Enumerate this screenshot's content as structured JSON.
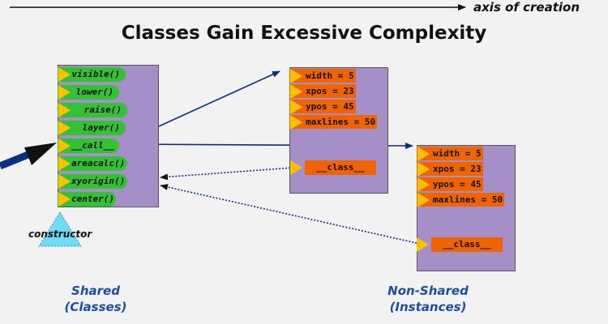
{
  "axis": {
    "label": "axis of creation"
  },
  "title": "Classes Gain Excessive Complexity",
  "shared_label": {
    "line1": "Shared",
    "line2": "(Classes)"
  },
  "nonshared_label": {
    "line1": "Non-Shared",
    "line2": "(Instances)"
  },
  "class_box": {
    "methods": [
      "visible()",
      "lower()",
      "raise()",
      "layer()",
      "__call__",
      "areacalc()",
      "xyorigin()",
      "center()"
    ]
  },
  "instance1": {
    "attrs": [
      "width = 5",
      "xpos = 23",
      "ypos = 45",
      "maxlines = 50"
    ],
    "classref": "__class__"
  },
  "instance2": {
    "attrs": [
      "width = 5",
      "xpos = 23",
      "ypos = 45",
      "maxlines = 50"
    ],
    "classref": "__class__"
  },
  "constructor": {
    "label": "constructor"
  },
  "colors": {
    "method_green": "#33c233",
    "attr_orange": "#f06400",
    "box_purple": "#a68fc8",
    "flag_yellow": "#ffc000",
    "arrow_navy": "#0a2f80",
    "label_blue": "#1a4fa0",
    "constructor_cyan": "#6fdcf5"
  }
}
